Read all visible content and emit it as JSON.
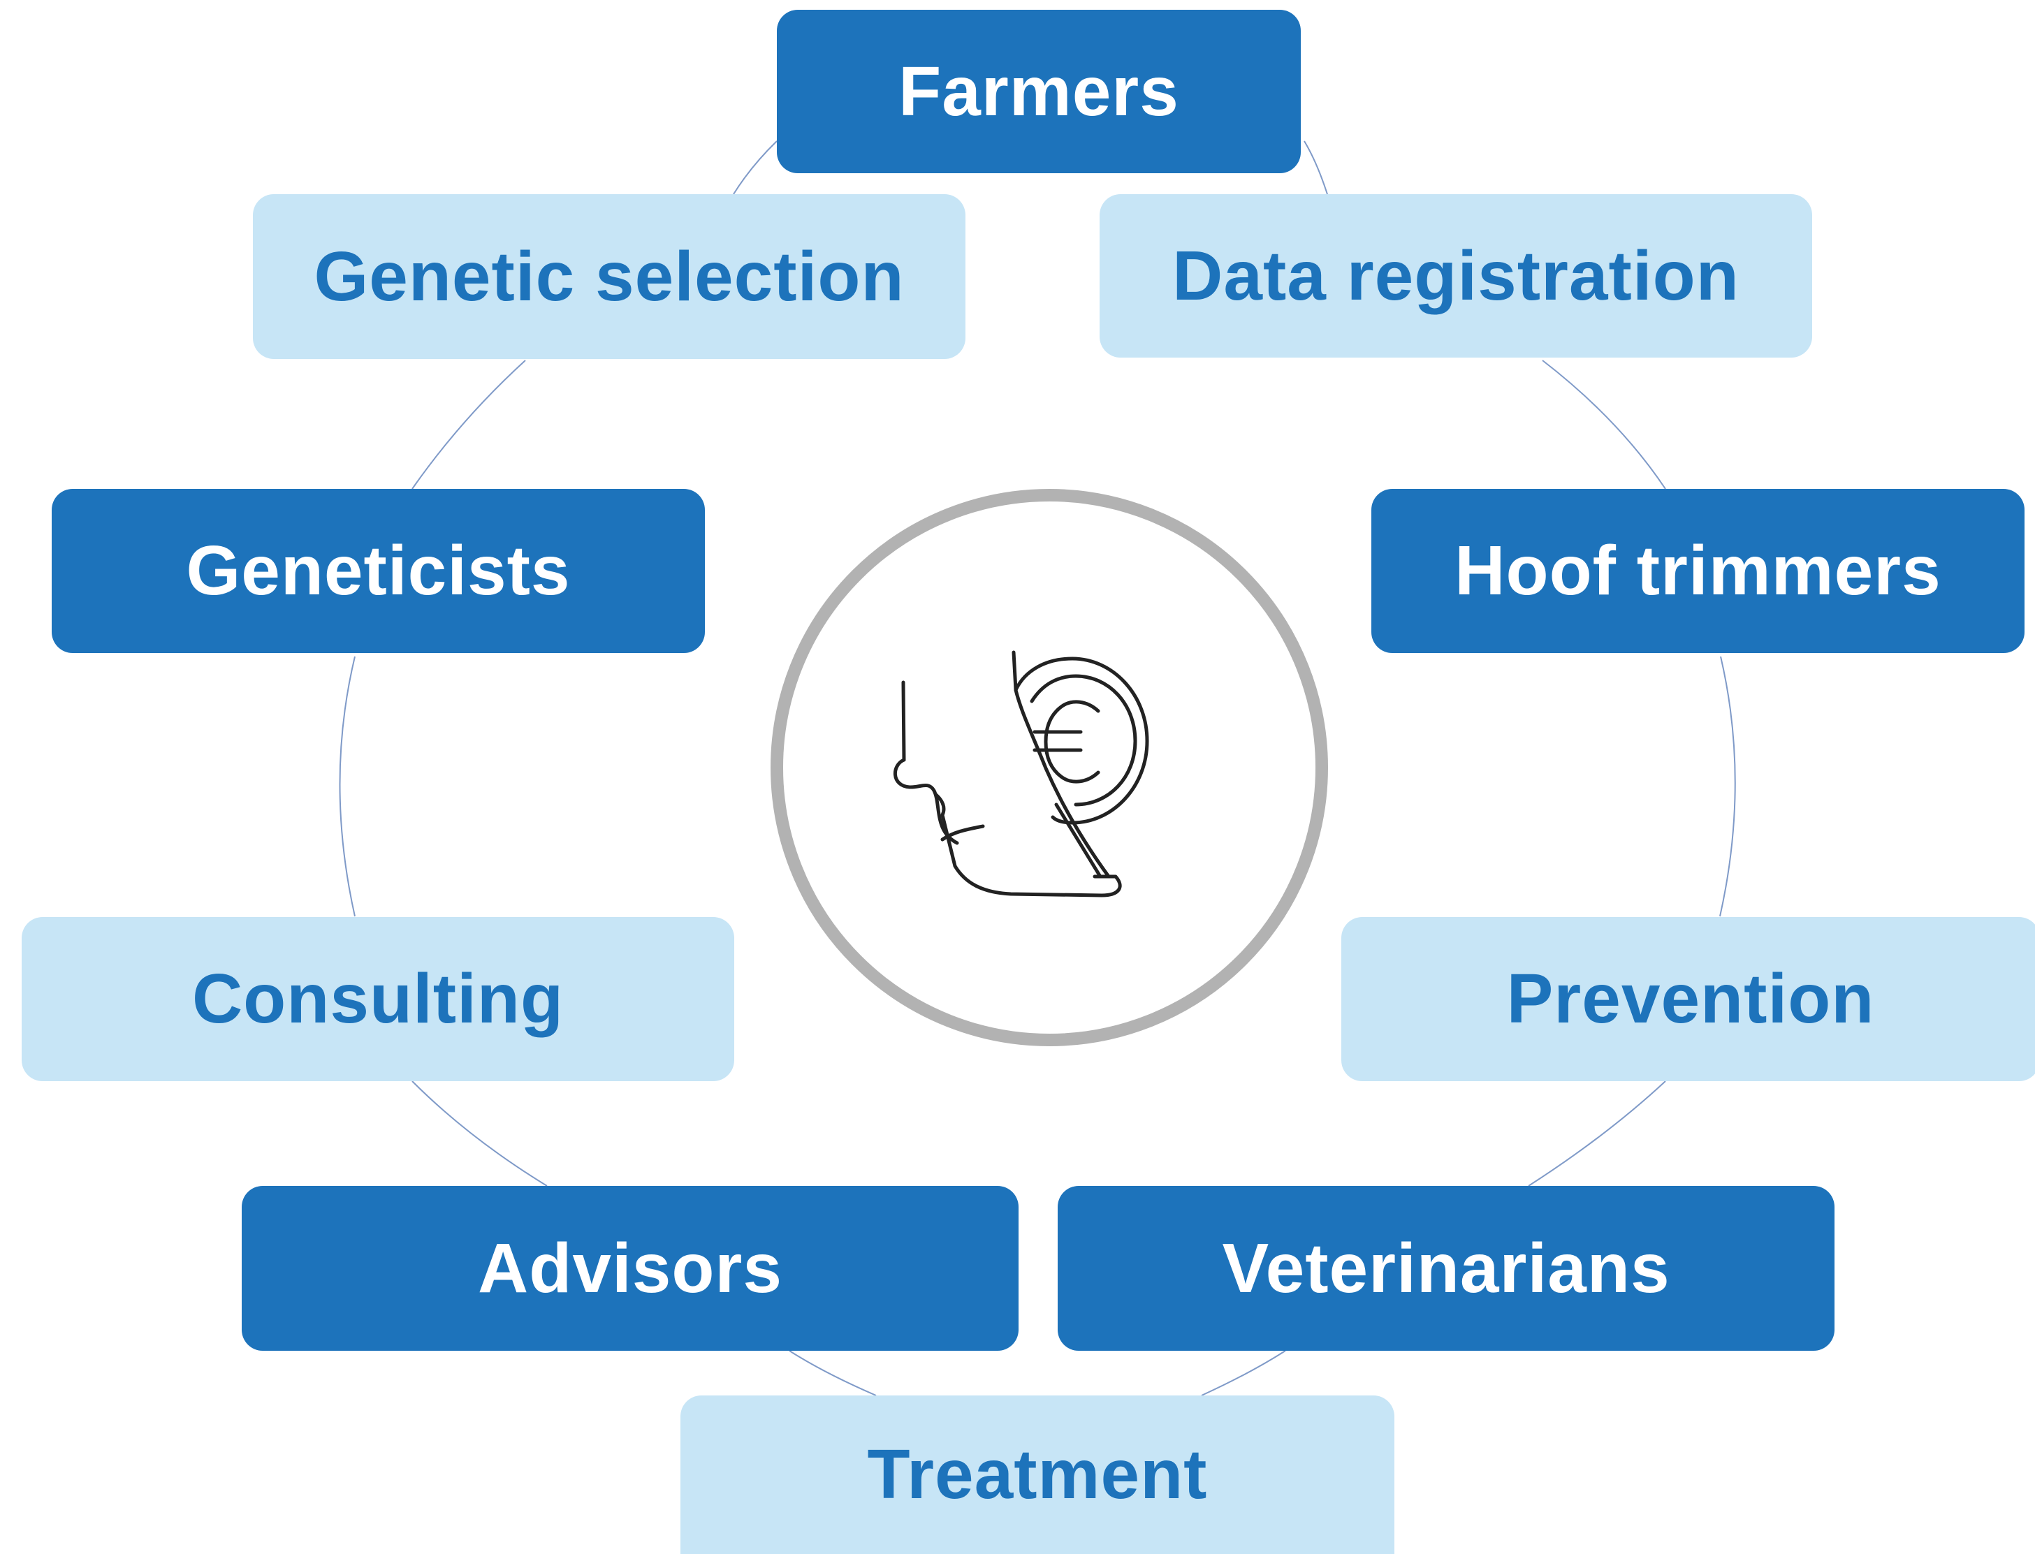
{
  "diagram": {
    "nodes": {
      "farmers": "Farmers",
      "data_registration": "Data registration",
      "hoof_trimmers": "Hoof trimmers",
      "prevention": "Prevention",
      "veterinarians": "Veterinarians",
      "treatment": "Treatment",
      "advisors": "Advisors",
      "consulting": "Consulting",
      "geneticists": "Geneticists",
      "genetic_selection": "Genetic selection"
    },
    "center_icon": "cow-hoof-euro-coin-icon",
    "colors": {
      "dark_box": "#1d73bb",
      "light_box": "#c7e5f6",
      "dark_text": "#ffffff",
      "light_text": "#1d73bb",
      "circle_border": "#b2b2b2",
      "connector": "#7f9ac8"
    }
  }
}
